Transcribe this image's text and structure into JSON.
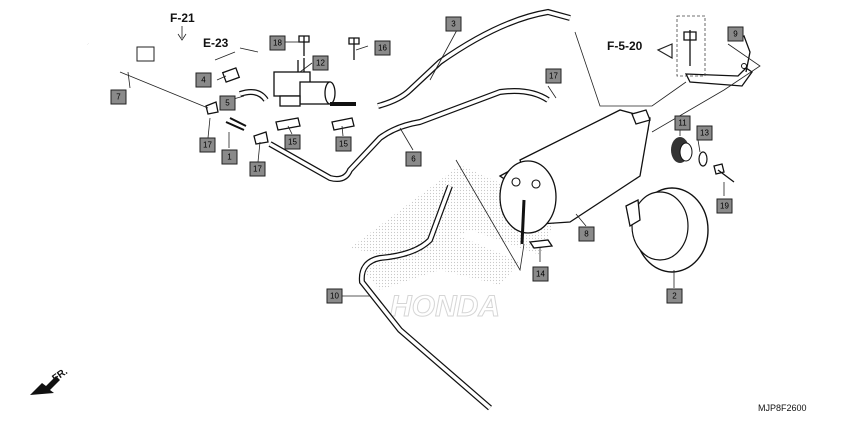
{
  "refs": {
    "f21": "F-21",
    "e23": "E-23",
    "f520": "F-5-20",
    "fr": "FR."
  },
  "watermark": "HONDA",
  "diagram_code": "MJP8F2600",
  "callouts": {
    "c1": "1",
    "c2": "2",
    "c3": "3",
    "c4": "4",
    "c5": "5",
    "c6": "6",
    "c7": "7",
    "c8": "8",
    "c9": "9",
    "c10": "10",
    "c11": "11",
    "c12": "12",
    "c13": "13",
    "c14": "14",
    "c15a": "15",
    "c15b": "15",
    "c16": "16",
    "c17a": "17",
    "c17b": "17",
    "c17c": "17",
    "c18": "18",
    "c19": "19"
  }
}
